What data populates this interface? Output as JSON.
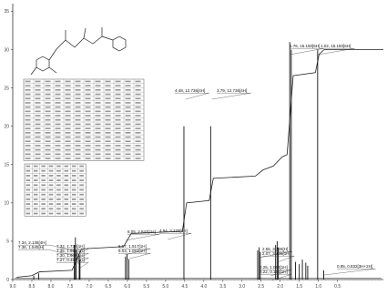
{
  "chart_data": {
    "type": "line",
    "x_axis": {
      "range": [
        9.0,
        -0.7
      ],
      "reversed": true,
      "tick_labels": [
        "9.0",
        "8.5",
        "8.0",
        "7.5",
        "7.0",
        "6.5",
        "6.0",
        "5.5",
        "5.0",
        "4.5",
        "4.0",
        "3.5",
        "3.0",
        "2.5",
        "2.0",
        "1.5",
        "1.0",
        "0.5"
      ],
      "tick_values": [
        9.0,
        8.5,
        8.0,
        7.5,
        7.0,
        6.5,
        6.0,
        5.5,
        5.0,
        4.5,
        4.0,
        3.5,
        3.0,
        2.5,
        2.0,
        1.5,
        1.0,
        0.5
      ]
    },
    "y_axis": {
      "range": [
        0,
        36
      ],
      "tick_labels": [
        "0",
        "5",
        "10",
        "15",
        "20",
        "25",
        "30",
        "35"
      ],
      "tick_values": [
        0,
        5,
        10,
        15,
        20,
        25,
        30,
        35
      ]
    },
    "grid": false,
    "peaks": [
      {
        "ppm": 8.45,
        "height": 0.5
      },
      {
        "ppm": 8.32,
        "height": 0.8
      },
      {
        "ppm": 7.39,
        "height": 4.5
      },
      {
        "ppm": 7.36,
        "height": 5.5
      },
      {
        "ppm": 7.34,
        "height": 3.8
      },
      {
        "ppm": 7.26,
        "height": 3.2
      },
      {
        "ppm": 7.24,
        "height": 2.6
      },
      {
        "ppm": 6.05,
        "height": 3.0
      },
      {
        "ppm": 6.01,
        "height": 3.3
      },
      {
        "ppm": 5.96,
        "height": 2.6
      },
      {
        "ppm": 4.52,
        "height": 20.0
      },
      {
        "ppm": 3.82,
        "height": 20.0
      },
      {
        "ppm": 2.59,
        "height": 3.8
      },
      {
        "ppm": 2.55,
        "height": 4.2
      },
      {
        "ppm": 2.52,
        "height": 3.6
      },
      {
        "ppm": 2.12,
        "height": 4.5
      },
      {
        "ppm": 2.08,
        "height": 5.0
      },
      {
        "ppm": 2.05,
        "height": 4.2
      },
      {
        "ppm": 1.75,
        "height": 31.0
      },
      {
        "ppm": 1.71,
        "height": 30.0
      },
      {
        "ppm": 1.6,
        "height": 2.3
      },
      {
        "ppm": 1.5,
        "height": 2.0
      },
      {
        "ppm": 1.42,
        "height": 2.6
      },
      {
        "ppm": 1.33,
        "height": 2.2
      },
      {
        "ppm": 1.28,
        "height": 1.8
      },
      {
        "ppm": 1.02,
        "height": 30.0
      },
      {
        "ppm": 0.86,
        "height": 1.2
      }
    ],
    "integral": {
      "x": [
        8.9,
        8.5,
        8.3,
        7.45,
        7.2,
        6.1,
        5.9,
        4.56,
        4.45,
        3.86,
        3.75,
        2.65,
        2.45,
        2.18,
        1.95,
        1.82,
        1.66,
        1.08,
        0.98,
        0.85,
        -0.7
      ],
      "y": [
        0.3,
        0.5,
        1.0,
        1.2,
        4.0,
        4.3,
        6.0,
        6.3,
        10.0,
        10.3,
        13.2,
        13.5,
        14.3,
        14.8,
        16.0,
        16.3,
        26.6,
        27.0,
        29.4,
        30.0,
        30.0
      ]
    },
    "annotations": [
      {
        "label": "7.34, 2.135[4H]",
        "ppm": 7.34
      },
      {
        "label": "7.36, 1.545[H]",
        "ppm": 7.36
      },
      {
        "label": "7.32, 1.730[1H]",
        "ppm": 7.32
      },
      {
        "label": "7.35, 1.650[1H]",
        "ppm": 7.35
      },
      {
        "label": "7.30, 1.600[1H]",
        "ppm": 7.3
      },
      {
        "label": "7.27, 0.455[1H]",
        "ppm": 7.27
      },
      {
        "label": "6.05, 2.843[1H]",
        "ppm": 6.05
      },
      {
        "label": "6.07, 1.517[1H]",
        "ppm": 6.07
      },
      {
        "label": "6.03, 1.053[1H]",
        "ppm": 6.03
      },
      {
        "label": "4.94, 3.233[1H]",
        "ppm": 4.94
      },
      {
        "label": "4.48, 12.736[4H]",
        "ppm": 4.48
      },
      {
        "label": "3.79, 12.736[4H]",
        "ppm": 3.79
      },
      {
        "label": "2.55, 3.326[H]",
        "ppm": 2.55
      },
      {
        "label": "2.07, 3.405[1H]",
        "ppm": 2.07
      },
      {
        "label": "2.25, 1.058[1H]",
        "ppm": 2.25
      },
      {
        "label": "2.22, 0.150[1H]",
        "ppm": 2.22
      },
      {
        "label": "1.76, 15.150[6H]",
        "ppm": 1.76
      },
      {
        "label": "1.02, 15.150[6H]",
        "ppm": 1.02
      },
      {
        "label": "0.85, 0.832[3H+2H]",
        "ppm": 0.85
      }
    ]
  }
}
